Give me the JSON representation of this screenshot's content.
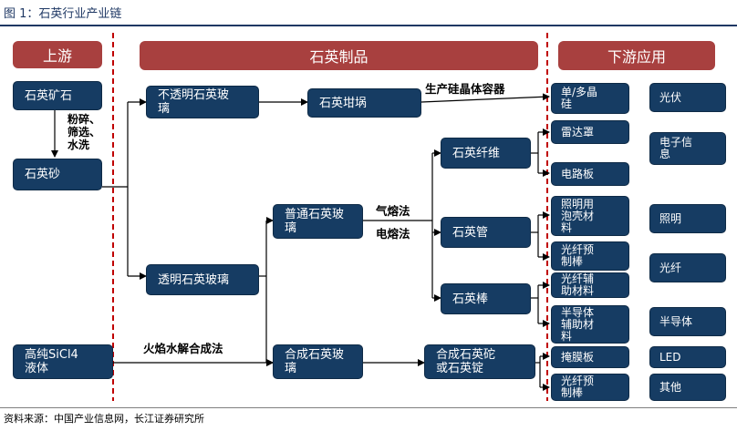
{
  "figure_title": "图 1：石英行业产业链",
  "source": "资料来源：中国产业信息网，长江证券研究所",
  "headers": {
    "upstream": "上游",
    "products": "石英制品",
    "downstream": "下游应用"
  },
  "nodes": {
    "quartz_ore": "石英矿石",
    "quartz_sand": "石英砂",
    "sicl4": "高纯SiCl4\n液体",
    "opaque_glass": "不透明石英玻\n璃",
    "transparent_glass": "透明石英玻璃",
    "ordinary_glass": "普通石英玻\n璃",
    "synthetic_glass": "合成石英玻\n璃",
    "crucible": "石英坩埚",
    "fiber": "石英纤维",
    "tube": "石英管",
    "rod": "石英棒",
    "synthetic_tube": "合成石英砣\n或石英锭"
  },
  "downstream_products": [
    "单/多晶\n硅",
    "雷达罩",
    "电路板",
    "照明用\n泡壳材\n料",
    "光纤预\n制棒",
    "光纤辅\n助材料",
    "半导体\n辅助材\n料",
    "掩膜板",
    "光纤预\n制棒"
  ],
  "applications": [
    "光伏",
    "电子信\n息",
    "照明",
    "光纤",
    "半导体",
    "LED",
    "其他"
  ],
  "labels": {
    "crush": "粉碎、\n筛选、\n水洗",
    "monocrystal_container": "生产硅晶体容器",
    "gas_melt": "气熔法",
    "electric_melt": "电熔法",
    "flame_hydrolysis": "火焰水解合成法"
  },
  "colors": {
    "node_fill": "#163c63",
    "header_fill": "#a8403f",
    "divider": "#c00000"
  }
}
